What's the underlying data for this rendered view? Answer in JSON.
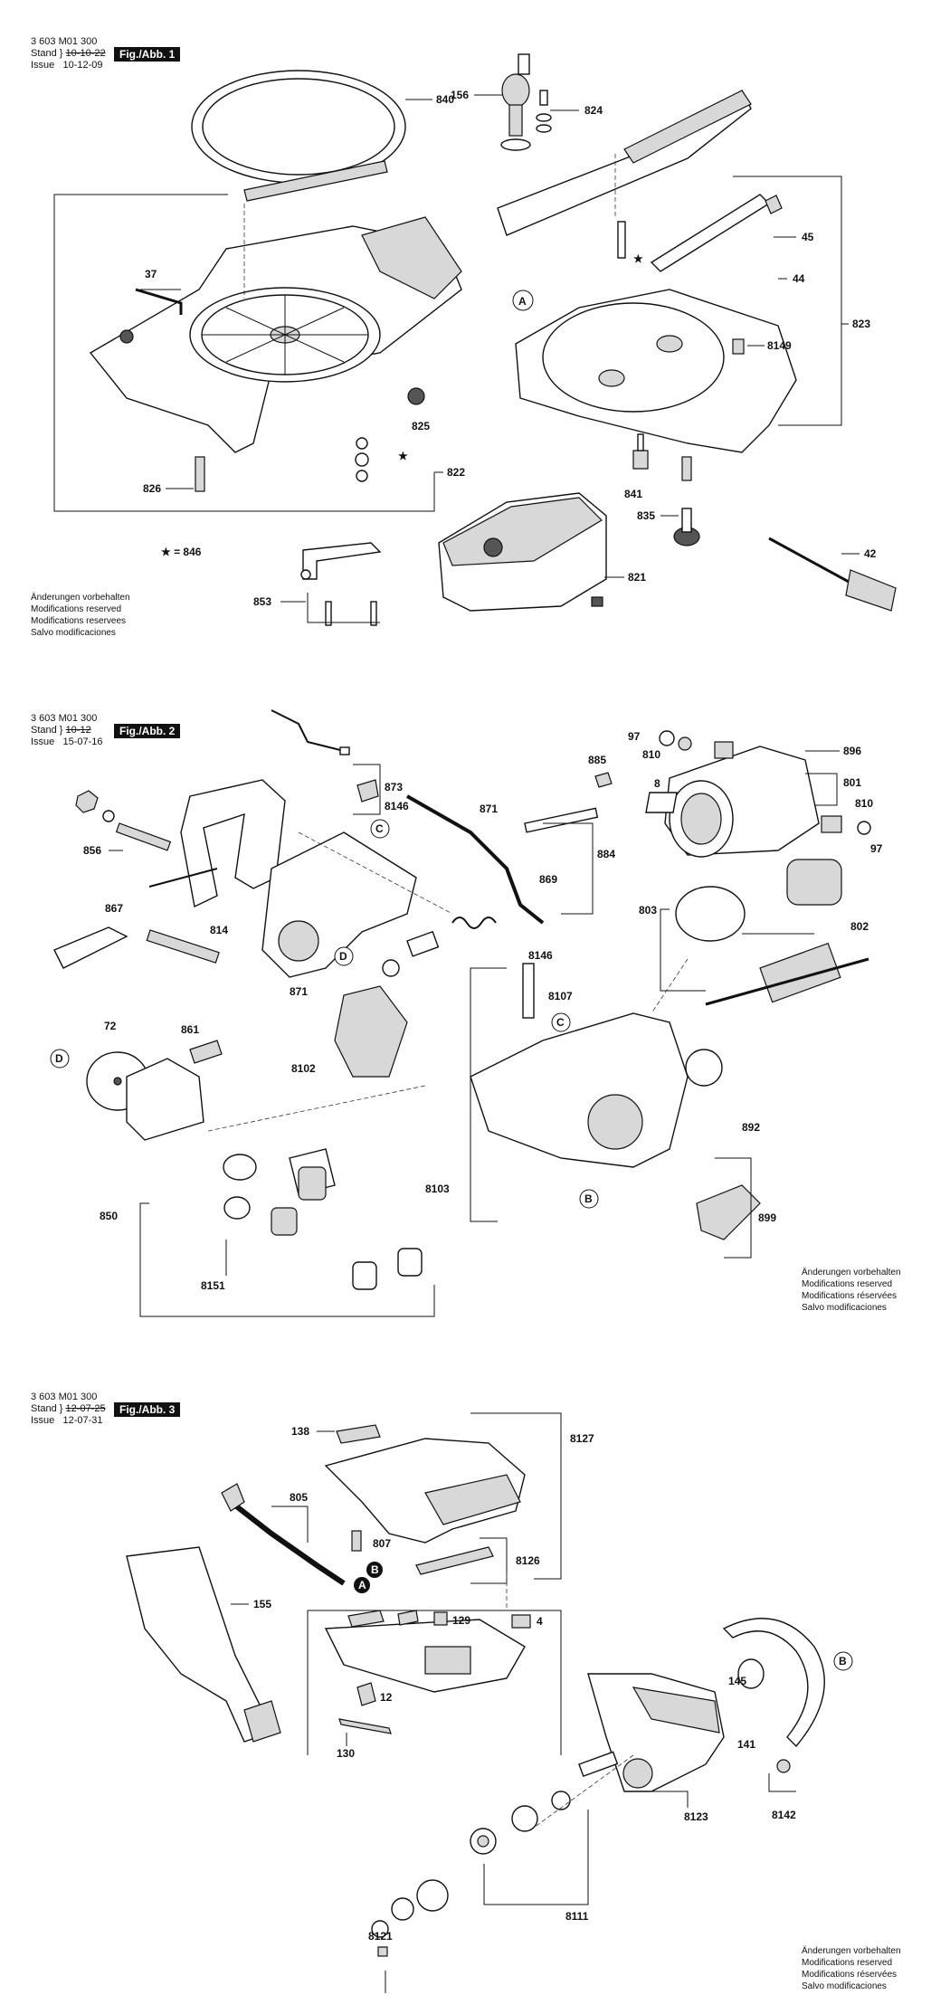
{
  "fig1": {
    "doc_number": "3 603 M01 300",
    "stand_label": "Stand",
    "stand_value": "10-10-22",
    "issue_label": "Issue",
    "issue_value": "10-12-09",
    "fig_label": "Fig./Abb. 1",
    "star_note": "★ = 846",
    "notice": [
      "Änderungen vorbehalten",
      "Modifications reserved",
      "Modifications reservees",
      "Salvo modificaciones"
    ],
    "callouts": {
      "p840": "840",
      "p156": "156",
      "p824": "824",
      "p37": "37",
      "p45": "45",
      "p44": "44",
      "pA": "A",
      "p823": "823",
      "p8149": "8149",
      "p825": "825",
      "p826": "826",
      "p822": "822",
      "p841": "841",
      "p835": "835",
      "p42": "42",
      "p853": "853",
      "p821": "821",
      "pstar": "★"
    }
  },
  "fig2": {
    "doc_number": "3 603 M01 300",
    "stand_label": "Stand",
    "stand_value": "10-12",
    "issue_label": "Issue",
    "issue_value": "15-07-16",
    "fig_label": "Fig./Abb. 2",
    "notice": [
      "Änderungen vorbehalten",
      "Modifications reserved",
      "Modifications réservées",
      "Salvo modificaciones"
    ],
    "callouts": {
      "p873": "873",
      "p8146a": "8146",
      "p885": "885",
      "p97a": "97",
      "p810a": "810",
      "p8": "8",
      "p896": "896",
      "p801": "801",
      "p810b": "810",
      "p97b": "97",
      "p856": "856",
      "p871a": "871",
      "pC1": "C",
      "p869": "869",
      "p884": "884",
      "p867": "867",
      "p814": "814",
      "pD1": "D",
      "p8146b": "8146",
      "p871b": "871",
      "p803": "803",
      "p802": "802",
      "p72": "72",
      "p861": "861",
      "pD2": "D",
      "p8107": "8107",
      "pC2": "C",
      "p892": "892",
      "p8102": "8102",
      "p850": "850",
      "p8151": "8151",
      "p8103": "8103",
      "pB": "B",
      "p899": "899"
    }
  },
  "fig3": {
    "doc_number": "3 603 M01 300",
    "stand_label": "Stand",
    "stand_value": "12-07-25",
    "issue_label": "Issue",
    "issue_value": "12-07-31",
    "fig_label": "Fig./Abb. 3",
    "notice": [
      "Änderungen vorbehalten",
      "Modifications reserved",
      "Modifications réservées",
      "Salvo modificaciones"
    ],
    "callouts": {
      "p138": "138",
      "p8127": "8127",
      "p805": "805",
      "p807": "807",
      "pB1": "B",
      "pA": "A",
      "p8126": "8126",
      "p155": "155",
      "p129": "129",
      "p4": "4",
      "p12": "12",
      "p130": "130",
      "p145": "145",
      "p141": "141",
      "pB2": "B",
      "p8123": "8123",
      "p8142": "8142",
      "p8111": "8111",
      "p8121": "8121"
    }
  }
}
